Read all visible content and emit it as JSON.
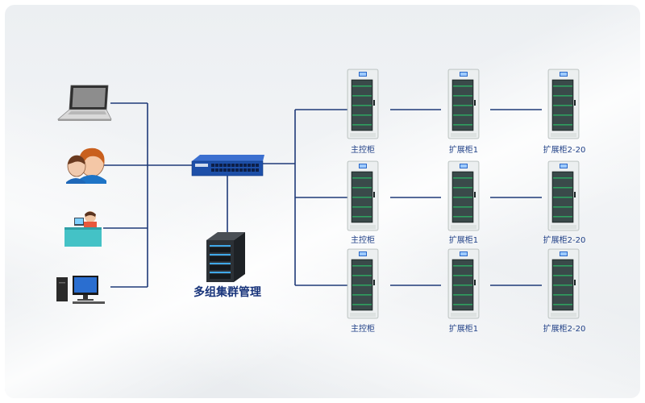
{
  "server": {
    "label": "多组集群管理"
  },
  "cabinets": {
    "rows": [
      {
        "main": "主控柜",
        "ext1": "扩展柜1",
        "ext2": "扩展柜2-20"
      },
      {
        "main": "主控柜",
        "ext1": "扩展柜1",
        "ext2": "扩展柜2-20"
      },
      {
        "main": "主控柜",
        "ext1": "扩展柜1",
        "ext2": "扩展柜2-20"
      }
    ]
  },
  "clients": [
    {
      "icon": "laptop-icon"
    },
    {
      "icon": "users-icon"
    },
    {
      "icon": "office-desk-icon"
    },
    {
      "icon": "desktop-computer-icon"
    }
  ],
  "colors": {
    "line": "#1f3a78",
    "switch": "#1d4fa8",
    "cabinet_body": "#e9eceb",
    "cabinet_glass": "#2c3a3a",
    "cabinet_shelf": "#2f9a5a"
  }
}
